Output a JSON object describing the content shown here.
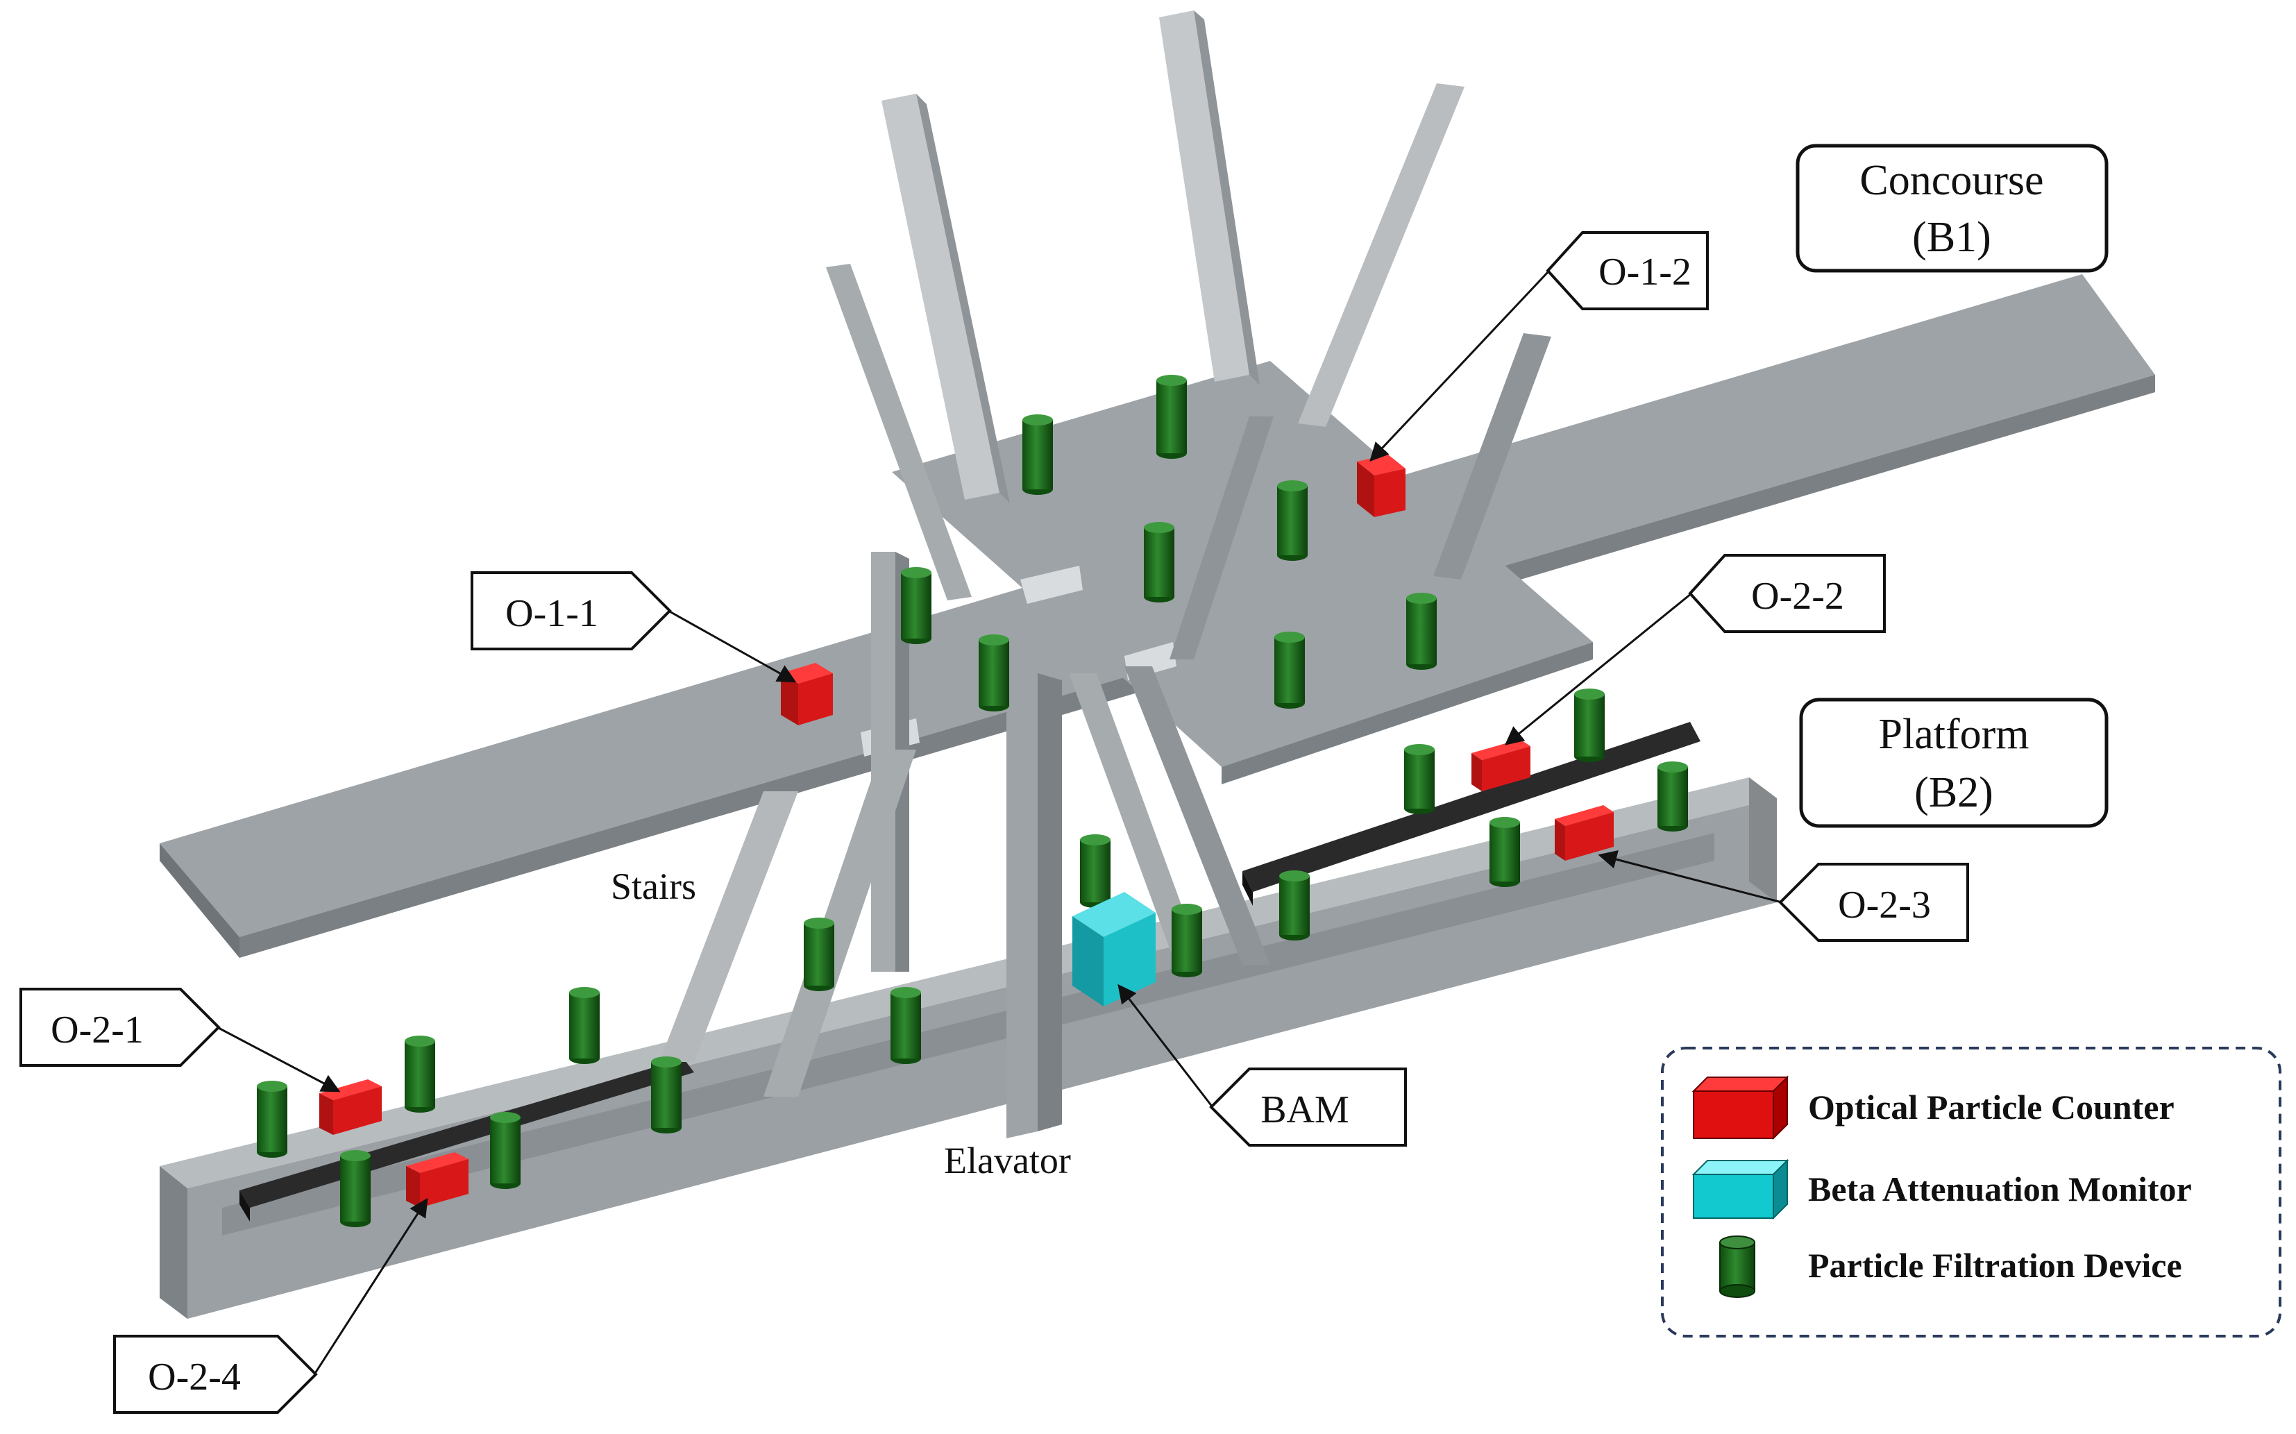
{
  "levels": {
    "concourse": {
      "line1": "Concourse",
      "line2": "(B1)"
    },
    "platform": {
      "line1": "Platform",
      "line2": "(B2)"
    }
  },
  "callouts": {
    "o11": "O-1-1",
    "o12": "O-1-2",
    "o21": "O-2-1",
    "o22": "O-2-2",
    "o23": "O-2-3",
    "o24": "O-2-4",
    "bam": "BAM"
  },
  "annotations": {
    "stairs": "Stairs",
    "elevator": "Elavator"
  },
  "legend": {
    "items": [
      {
        "label": "Optical Particle Counter",
        "icon": "red-box-icon",
        "color": "#e01010"
      },
      {
        "label": "Beta Attenuation Monitor",
        "icon": "cyan-box-icon",
        "color": "#12c9d0"
      },
      {
        "label": "Particle Filtration Device",
        "icon": "green-cylinder-icon",
        "color": "#2e6b22"
      }
    ]
  },
  "colors": {
    "structure": "#9aa0a4",
    "structure_light": "#c4c8cb",
    "track": "#2a2a2a",
    "opc": "#d81818",
    "bam": "#1ec0c8",
    "filter": "#1f6e1f"
  }
}
